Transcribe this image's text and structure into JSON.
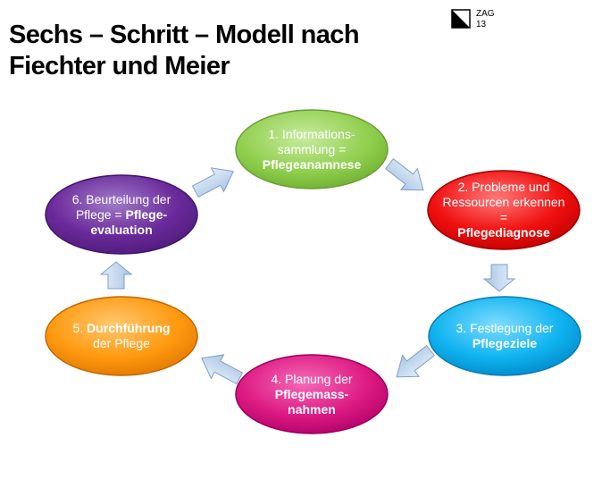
{
  "header": {
    "title_line1": "Sechs – Schritt – Modell nach",
    "title_line2": "Fiechter und Meier",
    "logo_line1": "ZAG",
    "logo_line2": "13",
    "logo_icon": "zag-logo-icon"
  },
  "steps": [
    {
      "id": "informationssammlung",
      "normal": "1. Informations-sammlung =",
      "bold": "Pflegeanamnese",
      "color": "#92d050"
    },
    {
      "id": "pflegediagnose",
      "normal": "2. Probleme und Ressourcen erkennen =",
      "bold": "Pflegediagnose",
      "color": "#ff0000"
    },
    {
      "id": "pflegeziele",
      "normal": "3. Festlegung der",
      "bold": "Pflegeziele",
      "color": "#00b0f0"
    },
    {
      "id": "pflegemassnahmen",
      "normal": "4. Planung der",
      "bold": "Pflegemass-nahmen",
      "color": "#e6007e"
    },
    {
      "id": "durchfuehrung",
      "normal": "5.",
      "bold": "Durchführung",
      "after": "der Pflege",
      "color": "#ff9900"
    },
    {
      "id": "pflegeevaluation",
      "normal": "6. Beurteilung der Pflege =",
      "bold": "Pflege-evaluation",
      "color": "#7030a0"
    }
  ],
  "arrow_color": "#b9d1ea"
}
